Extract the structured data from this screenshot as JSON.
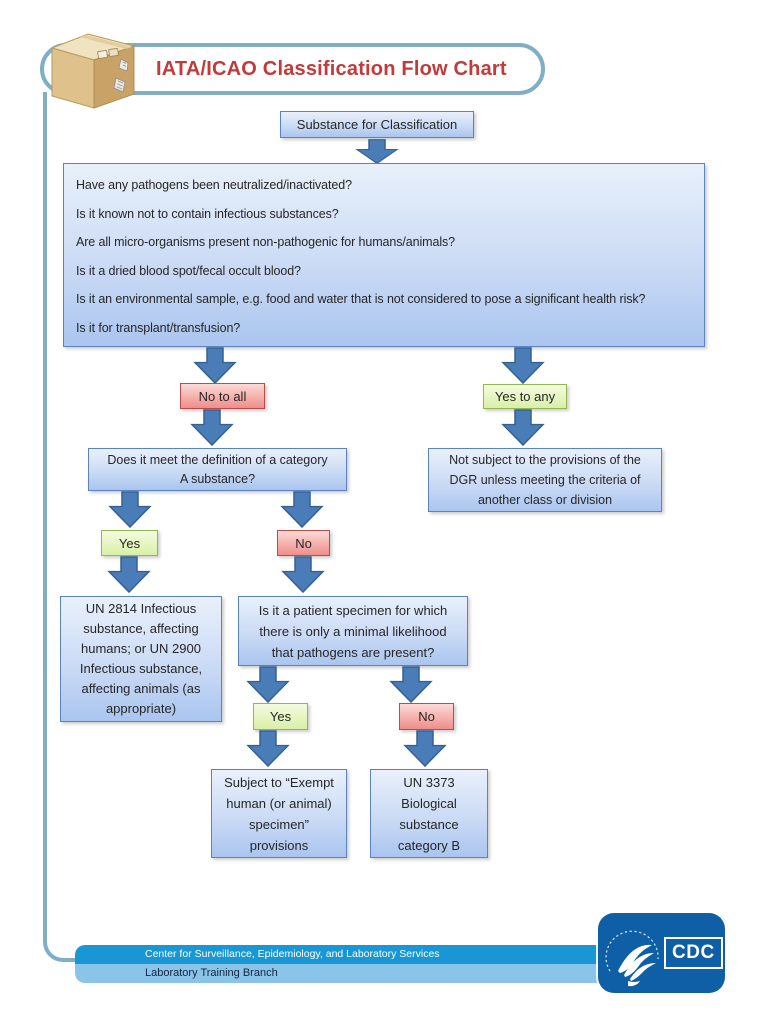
{
  "header": {
    "title": "IATA/ICAO Classification Flow Chart"
  },
  "flow": {
    "start": "Substance for Classification",
    "questions": [
      "Have any pathogens been neutralized/inactivated?",
      "Is it known not to contain infectious substances?",
      "Are all micro-organisms present non-pathogenic for humans/animals?",
      "Is it a dried blood spot/fecal occult blood?",
      "Is it an environmental sample, e.g. food and water that is not considered to pose a significant health risk?",
      "Is it for transplant/transfusion?"
    ],
    "no_to_all": "No to all",
    "yes_to_any": "Yes to any",
    "yes_label": "Yes",
    "no_label": "No",
    "category_a_lines": [
      "Does it meet the definition of a category",
      "A substance?"
    ],
    "not_subject_lines": [
      "Not subject to the provisions of the",
      "DGR unless meeting the criteria of",
      "another class or division"
    ],
    "un2814_lines": [
      "UN 2814 Infectious",
      "substance, affecting",
      "humans; or UN 2900",
      "Infectious substance,",
      "affecting animals (as",
      "appropriate)"
    ],
    "patient_lines": [
      "Is it a patient specimen for which",
      "there is only a minimal likelihood",
      "that pathogens are present?"
    ],
    "exempt_lines": [
      "Subject to “Exempt",
      "human (or animal)",
      "specimen”",
      "provisions"
    ],
    "un3373_lines": [
      "UN 3373",
      "Biological",
      "substance",
      "category B"
    ]
  },
  "footer": {
    "line1": "Center for Surveillance, Epidemiology, and Laboratory Services",
    "line2": "Laboratory Training Branch",
    "logo_text": "CDC"
  },
  "colors": {
    "frame": "#7FAEC6",
    "title_red": "#C23A3A",
    "blue_border": "#5B83C1",
    "arrow_blue": "#4A7CB8",
    "green_border": "#94B64E",
    "red_border": "#BE4B48",
    "footer_dark_blue": "#1897D4",
    "footer_light_blue": "#8AC4E9",
    "cdc_logo_blue": "#0F5FA6"
  }
}
